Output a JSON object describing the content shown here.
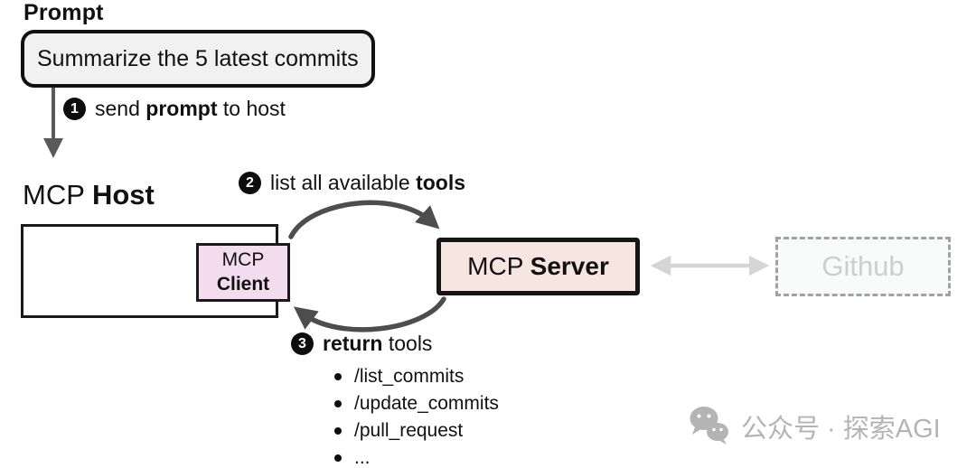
{
  "title": "Prompt",
  "prompt_box": {
    "text": "Summarize the 5 latest commits"
  },
  "steps": {
    "one": {
      "number": "1",
      "before": "send ",
      "bold": "prompt",
      "after": " to host"
    },
    "two": {
      "number": "2",
      "before": "list all available ",
      "bold": "tools",
      "after": ""
    },
    "three": {
      "number": "3",
      "before": "",
      "bold": "return",
      "after": " tools"
    }
  },
  "host": {
    "label_normal": "MCP ",
    "label_bold": "Host"
  },
  "client": {
    "line1": "MCP",
    "line2": "Client"
  },
  "server": {
    "label_normal": "MCP ",
    "label_bold": "Server"
  },
  "github": {
    "label": "Github"
  },
  "tools": {
    "items": [
      "/list_commits",
      "/update_commits",
      "/pull_request",
      "..."
    ]
  },
  "watermark": {
    "text": "公众号 · 探索AGI",
    "icon": "wechat-icon"
  },
  "colors": {
    "prompt_box_fill": "#f1f1f1",
    "client_fill": "#f3dcee",
    "server_fill": "#f7e5e1",
    "github_fill": "#f9fafa",
    "github_text": "#cccfd0",
    "cycle_arrow": "#4d4d4d",
    "down_arrow": "#5a5a5a",
    "gray_arrow": "#d5d5d5",
    "watermark_gray": "#b4b4b4",
    "border_black": "#1a1a1a"
  }
}
